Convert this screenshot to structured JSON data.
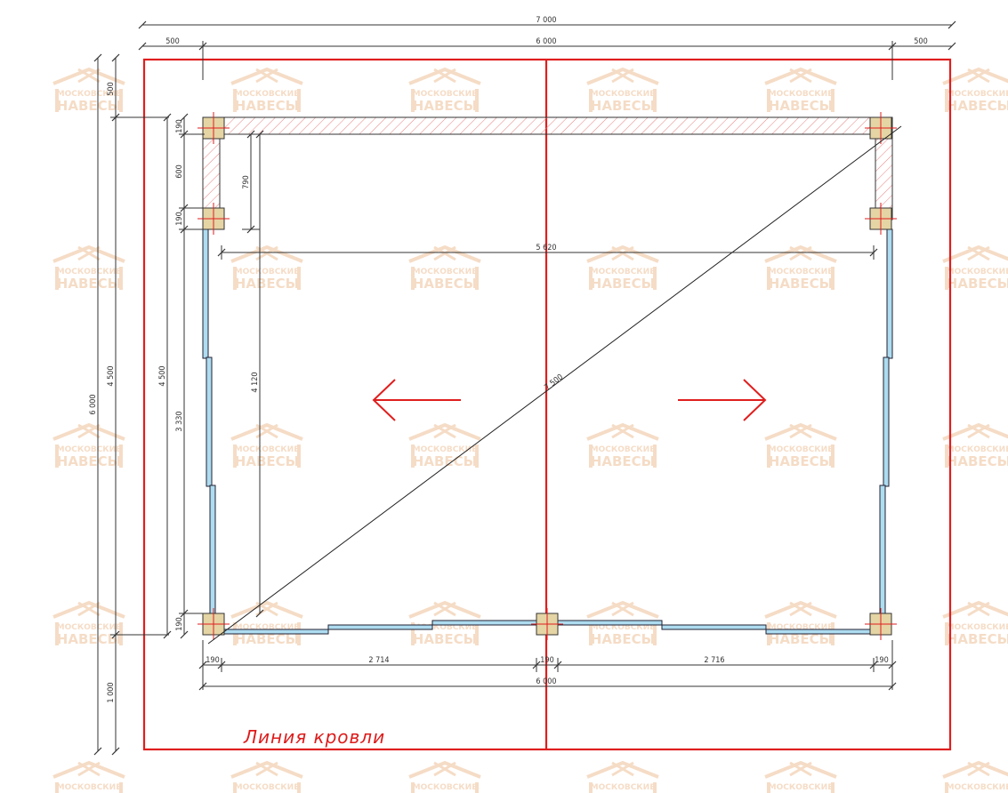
{
  "watermark": {
    "line1": "МОСКОВСКИЕ",
    "line2": "НАВЕСЫ",
    "color": "#f3d4b8"
  },
  "roof_label": "Линия кровли",
  "colors": {
    "roof_line": "#e01e1e",
    "glass": "#aedcf0",
    "post": "#e5d4a4",
    "hatch": "#e88080",
    "dimension": "#333333"
  },
  "dimensions": {
    "top_total": "7 000",
    "top_overhang_left": "500",
    "top_inner": "6 000",
    "top_overhang_right": "500",
    "left_total": "6 000",
    "left_overhang_top": "500",
    "left_inner": "4 500",
    "left_overhang_bottom": "1 000",
    "left_segment_top_post": "190",
    "left_segment_gap": "600",
    "left_segment_mid_post": "190",
    "left_segment_long": "3 330",
    "left_segment_bottom_post": "190",
    "left_inner_total": "4 500",
    "hatch_depth": "790",
    "inner_height": "4 120",
    "inner_width": "5 620",
    "diagonal": "7 500",
    "bottom_post_left": "190",
    "bottom_span_left": "2 714",
    "bottom_post_mid": "190",
    "bottom_span_right": "2 716",
    "bottom_post_right": "190",
    "bottom_total": "6 000"
  },
  "icons": [
    "arrow-left-icon",
    "arrow-right-icon"
  ]
}
